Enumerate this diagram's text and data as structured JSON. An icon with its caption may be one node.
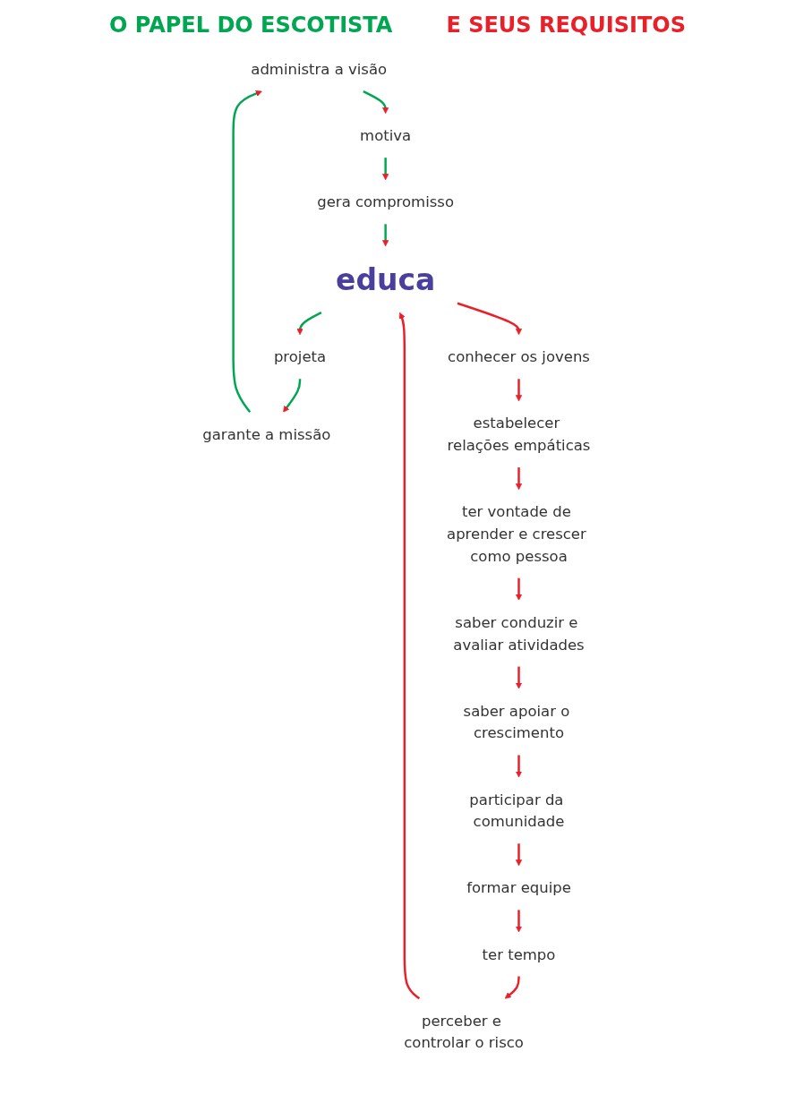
{
  "diagram": {
    "nodes": [
      {
        "text": [
          "administra a visão"
        ]
      },
      {
        "text": [
          "garante a missão"
        ]
      },
      {
        "text": [
          "motiva"
        ]
      },
      {
        "text": [
          "gera compromisso"
        ]
      },
      {
        "text": [
          "projeta"
        ]
      },
      {
        "text": [
          "educa"
        ]
      },
      {
        "text": [
          "perceber e controlar o risco"
        ]
      },
      {
        "text": [
          "conhecer os jovens"
        ]
      },
      {
        "text": [
          "estabelecer relações empáticas"
        ]
      },
      {
        "text": [
          "ter tempo"
        ]
      },
      {
        "text": [
          "ter vontade de aprender e crescer como pessoa"
        ]
      },
      {
        "text": [
          "formar equipe"
        ]
      },
      {
        "text": [
          "saber conduzir e avaliar atividades"
        ]
      },
      {
        "text": [
          "participar da comunidade"
        ]
      },
      {
        "text": [
          "saber apoiar o crescimento"
        ]
      }
    ],
    "edges": [
      {
        "from": 5,
        "to": 4,
        "arrow": "to",
        "color": "#00a651"
      },
      {
        "from": 4,
        "to": 1,
        "arrow": "to",
        "color": "#00a651"
      },
      {
        "from": 1,
        "to": 0,
        "arrow": "to",
        "color": "#00a651"
      },
      {
        "from": 0,
        "to": 2,
        "arrow": "to",
        "color": "#00a651"
      },
      {
        "from": 2,
        "to": 3,
        "arrow": "to",
        "color": "#00a651"
      },
      {
        "from": 3,
        "to": 5,
        "arrow": "to",
        "color": "#00a651"
      },
      {
        "from": 5,
        "to": 7,
        "arrow": "to"
      },
      {
        "from": 7,
        "to": 8,
        "arrow": "to"
      },
      {
        "from": 8,
        "to": 10,
        "arrow": "to"
      },
      {
        "from": 10,
        "to": 12,
        "arrow": "to"
      },
      {
        "from": 12,
        "to": 14,
        "arrow": "to"
      },
      {
        "from": 14,
        "to": 13,
        "arrow": "to"
      },
      {
        "from": 13,
        "to": 11,
        "arrow": "to"
      },
      {
        "from": 11,
        "to": 9,
        "arrow": "to"
      },
      {
        "from": 9,
        "to": 6,
        "arrow": "to"
      },
      {
        "from": 6,
        "to": 5,
        "arrow": "to"
      }
    ],
    "labels": [
      "O PAPEL DO ESCOTISTA",
      "E SEUS REQUISITOS"
    ]
  }
}
